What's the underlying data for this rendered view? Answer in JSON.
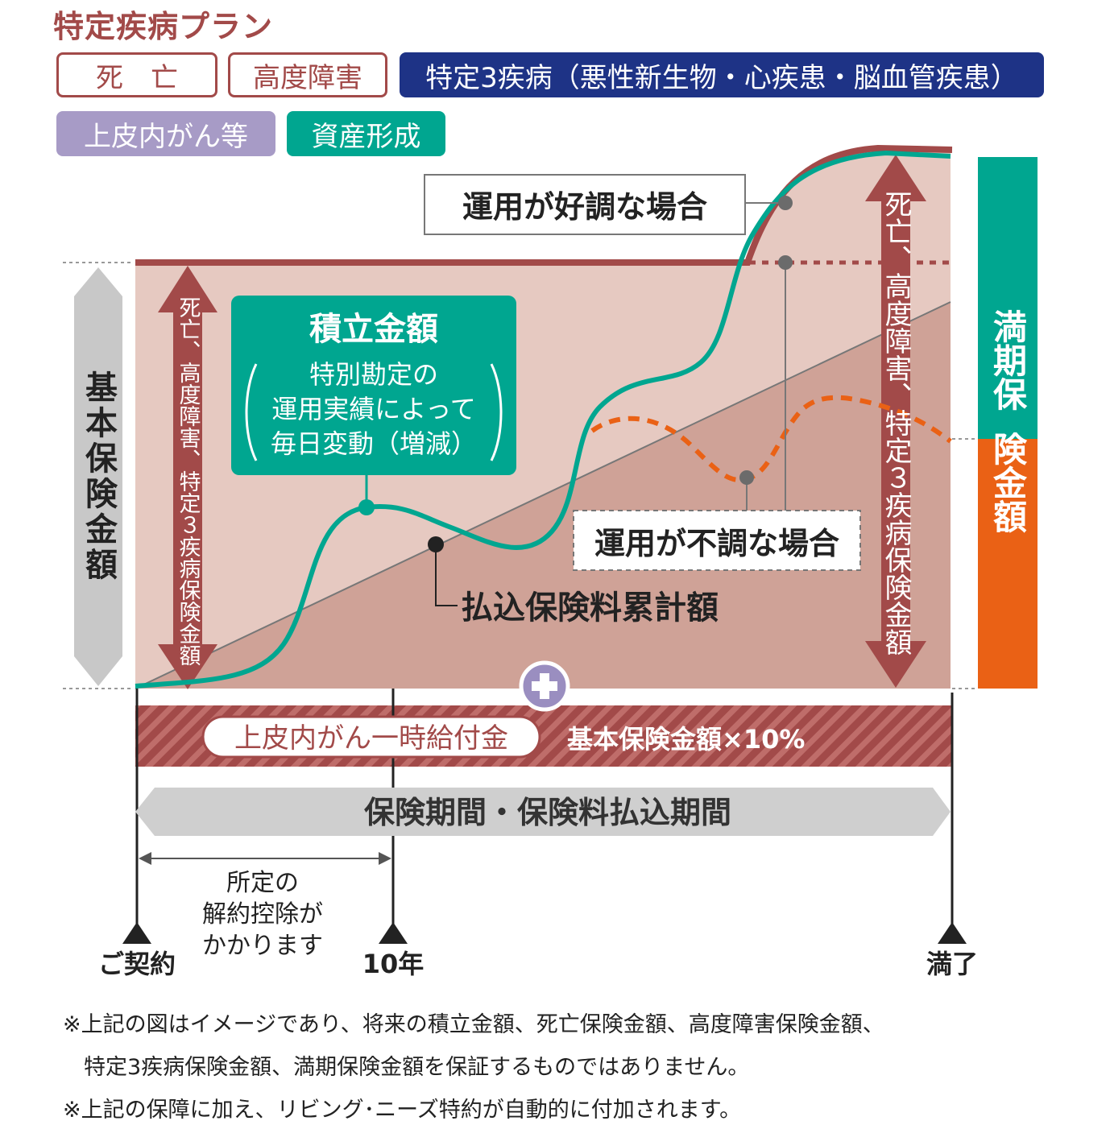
{
  "title": "特定疾病プラン",
  "tags": {
    "death": "死　亡",
    "disability": "高度障害",
    "three_diseases": "特定3疾病（悪性新生物・心疾患・脳血管疾患）",
    "intraepithelial": "上皮内がん等",
    "asset": "資産形成"
  },
  "diagram": {
    "basic_sum_label": "基本保険金額",
    "left_arrow_label": "死亡、高度障害、特定３疾病保険金額",
    "right_arrow_label": "死亡、高度障害、特定３疾病保険金額",
    "maturity_top": "満期保",
    "maturity_bottom": "険金額",
    "accum_box_title": "積立金額",
    "accum_box_line1": "特別勘定の",
    "accum_box_line2": "運用実績によって",
    "accum_box_line3": "毎日変動（増減）",
    "good_case": "運用が好調な場合",
    "bad_case": "運用が不調な場合",
    "premium_total": "払込保険料累計額",
    "benefit_pill": "上皮内がん一時給付金",
    "benefit_amount": "基本保険金額×10%",
    "period_label": "保険期間・保険料払込期間",
    "deduction_line1": "所定の",
    "deduction_line2": "解約控除が",
    "deduction_line3": "かかります",
    "start_label": "ご契約",
    "year10_label": "10年",
    "end_label": "満了"
  },
  "colors": {
    "brand_red": "#a24a49",
    "navy": "#1e3386",
    "purple": "#a79bc6",
    "teal": "#00a690",
    "orange": "#ea6115",
    "area_light": "#e6c9c1",
    "area_dark": "#cfa297"
  },
  "notes": {
    "line1": "※上記の図はイメージであり、将来の積立金額、死亡保険金額、高度障害保険金額、",
    "line2": "特定3疾病保険金額、満期保険金額を保証するものではありません。",
    "line3": "※上記の保障に加え、リビング･ニーズ特約が自動的に付加されます。"
  }
}
